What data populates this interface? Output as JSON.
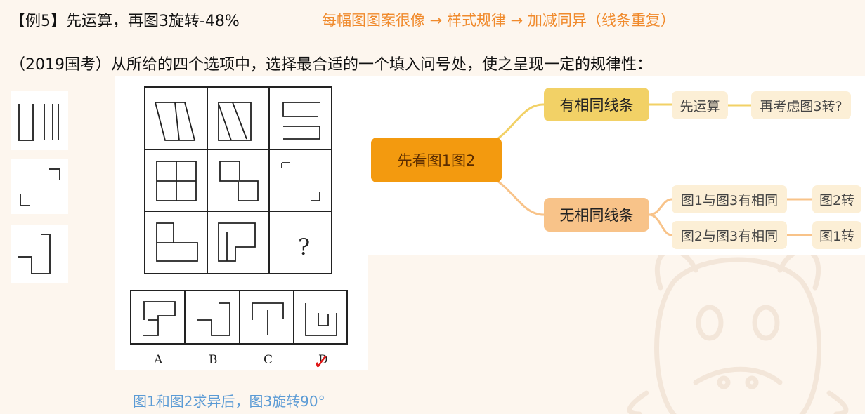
{
  "title": "【例5】先运算，再图3旋转-48%",
  "hint": "每幅图图案很像 → 样式规律 → 加减同异（线条重复）",
  "question": "（2019国考）从所给的四个选项中，选择最合适的一个填入问号处，使之呈现一定的规律性：",
  "puzzle": {
    "question_mark": "?",
    "options": [
      "A",
      "B",
      "C",
      "D"
    ],
    "correct_mark": "✓"
  },
  "mindmap": {
    "root": "先看图1图2",
    "branch_has": "有相同线条",
    "branch_no": "无相同线条",
    "leaf_calc": "先运算",
    "leaf_rotate3": "再考虑图3转?",
    "leaf_same13": "图1与图3有相同",
    "leaf_rot2": "图2转",
    "leaf_same23": "图2与图3有相同",
    "leaf_rot1": "图1转",
    "colors": {
      "root": "#f39a0f",
      "has": "#f2d166",
      "no": "#f8c389",
      "leaf": "#fcefd6"
    }
  },
  "answer_caption": "图1和图2求异后，图3旋转90°",
  "icons": [
    "thumb-vertical-lines-icon",
    "thumb-corners-icon",
    "thumb-hook-icon",
    "cute-mascot-watermark-icon",
    "check-mark-icon"
  ]
}
